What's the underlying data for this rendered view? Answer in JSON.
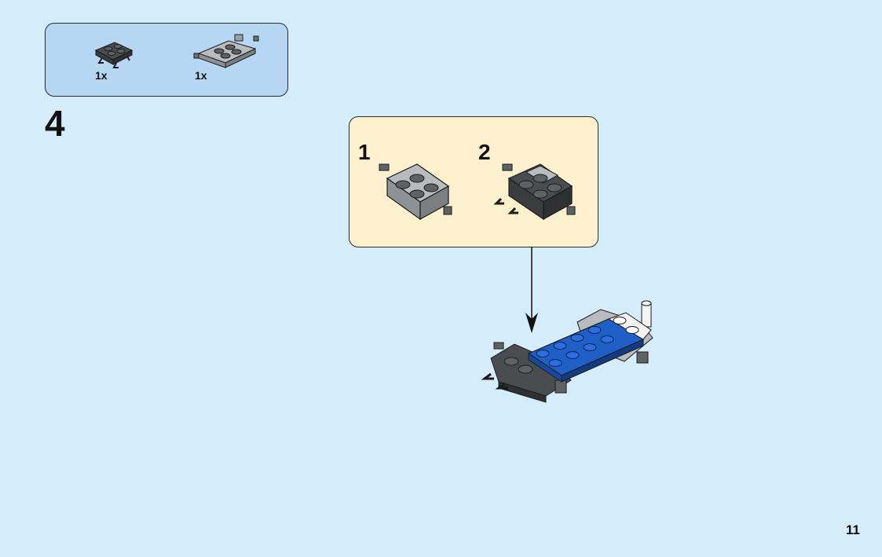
{
  "parts_list": {
    "items": [
      {
        "name": "plate-with-clips",
        "quantity": "1x"
      },
      {
        "name": "plate-2x2-with-pins",
        "quantity": "1x"
      }
    ]
  },
  "step": {
    "number": "4",
    "substeps": [
      {
        "number": "1"
      },
      {
        "number": "2"
      }
    ]
  },
  "page": {
    "number": "11"
  },
  "colors": {
    "background": "#d5ecfb",
    "parts_box": "#b5d7f3",
    "substep_box": "#fdf0cd",
    "dark_gray": "#5f6264",
    "light_gray": "#b9bcbe",
    "blue": "#1f5fc8",
    "white": "#f4f4f4"
  }
}
